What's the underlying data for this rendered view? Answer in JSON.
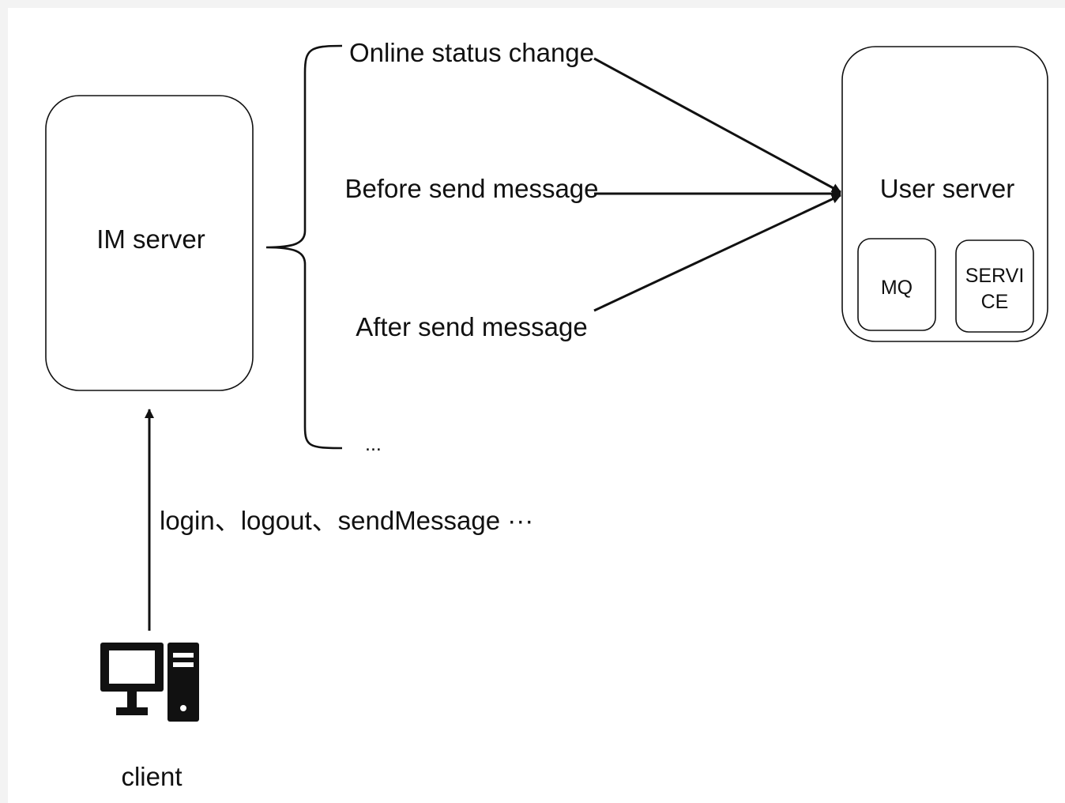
{
  "nodes": {
    "im_server": "IM server",
    "user_server": "User server",
    "mq": "MQ",
    "service_line1": "SERVI",
    "service_line2": "CE",
    "client": "client"
  },
  "events": [
    "Online status change",
    "Before send message",
    "After send message",
    "..."
  ],
  "client_actions": "login、logout、sendMessage ···",
  "icons": {
    "client_icon": "desktop-computer-icon"
  },
  "colors": {
    "stroke": "#111111",
    "background": "#ffffff",
    "page_border": "#f3f3f3"
  }
}
